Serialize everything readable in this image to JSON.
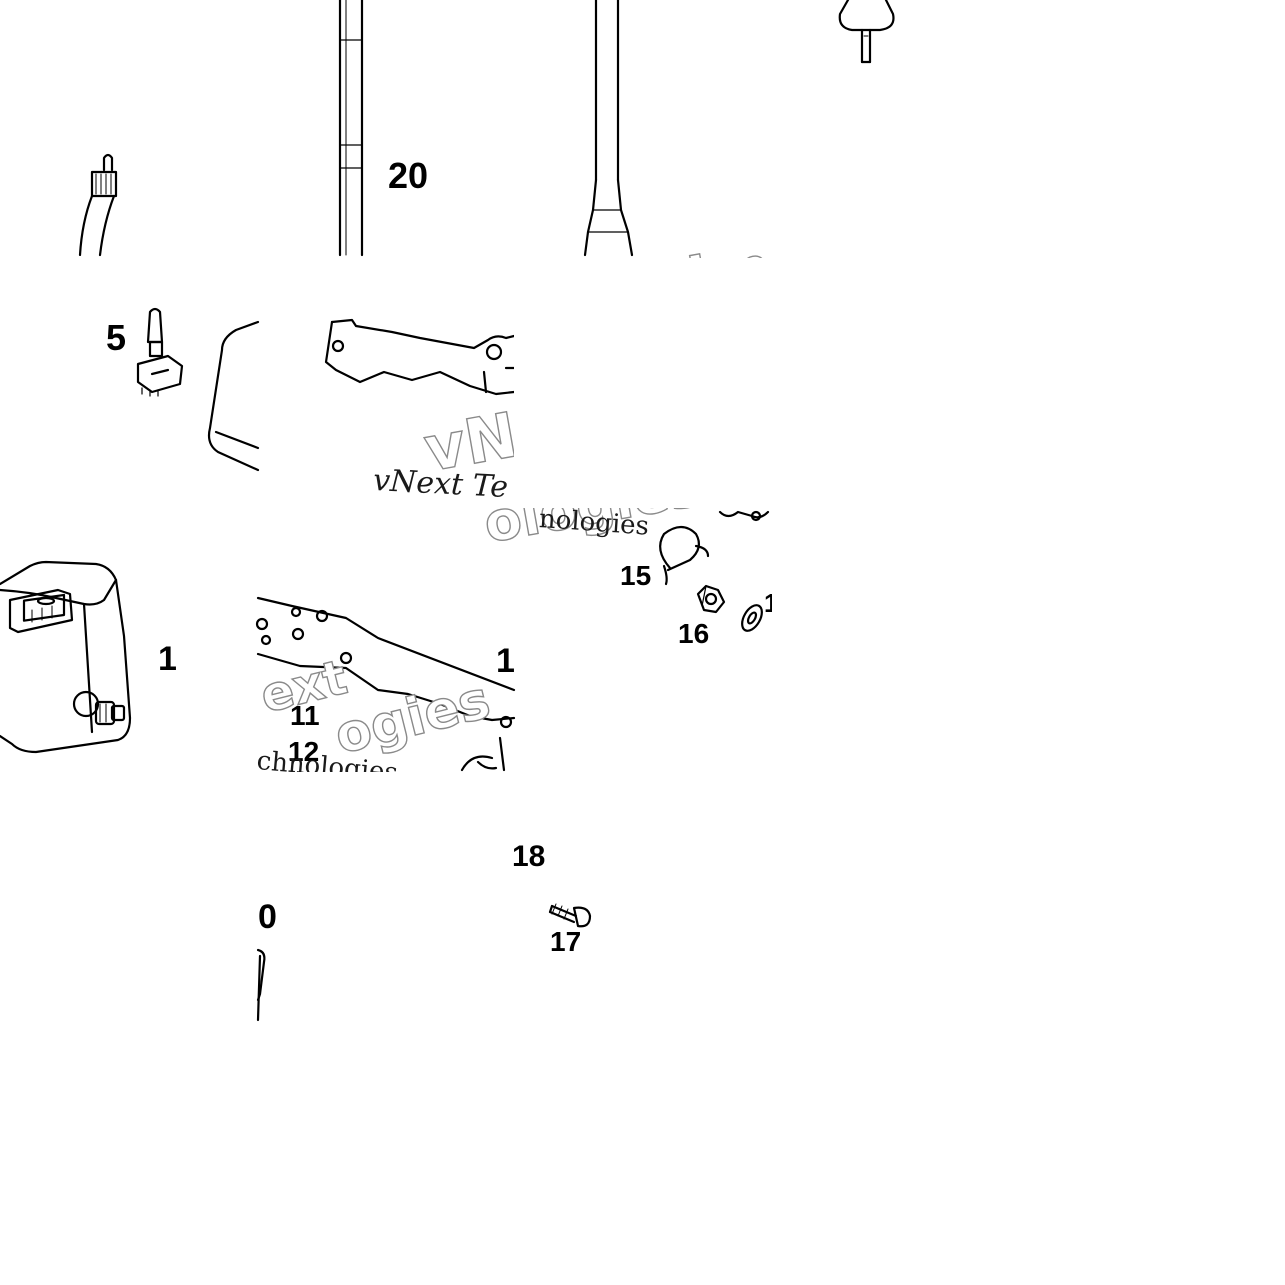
{
  "diagram": {
    "callouts": [
      "20",
      "5",
      "1",
      "1",
      "11",
      "12",
      "15",
      "16",
      "1",
      "18",
      "0",
      "17"
    ],
    "watermarks": {
      "brand_outline_1": "Techn",
      "brand_outline_2": "vNe",
      "brand_outline_3": "ologies",
      "brand_outline_4": "ext",
      "brand_outline_5": "ogies",
      "serif_1": "vNext Te",
      "serif_2": "nologies",
      "serif_3": "chnologies"
    }
  }
}
